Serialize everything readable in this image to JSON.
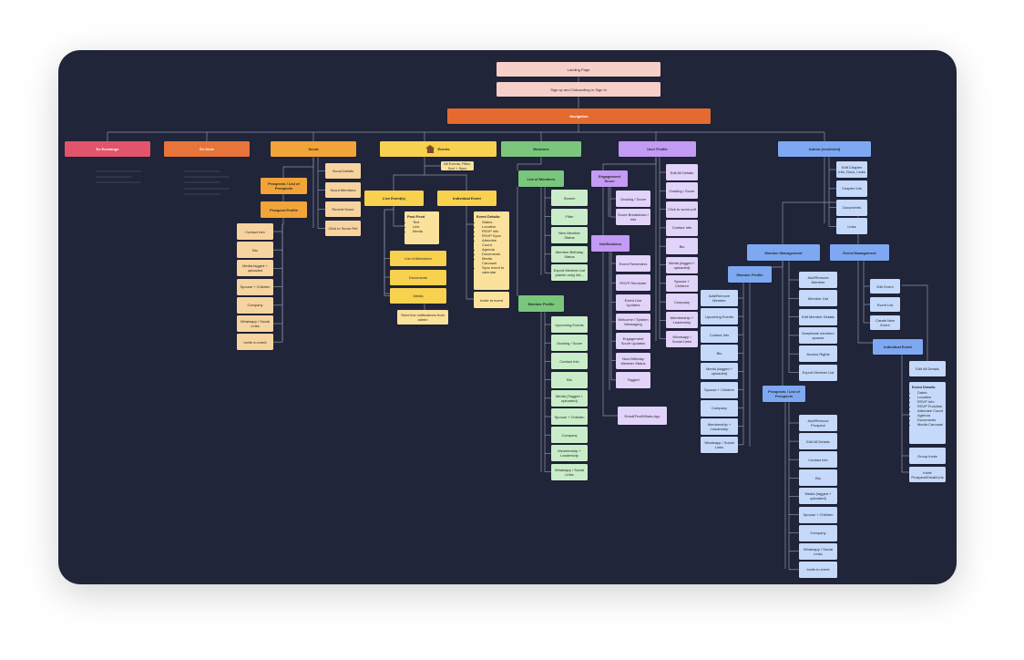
{
  "colors": {
    "background": "#21253a",
    "wire": "#8e93a6",
    "pink": "#f5cfc8",
    "orange": "#e46a2f",
    "red": "#e1546b",
    "orange2": "#e7753b",
    "amber": "#f1a438",
    "yellow": "#f8d14f",
    "light_yellow": "#fbe29c",
    "peach": "#f7d49f",
    "green": "#79c67c",
    "light_green": "#c9edc8",
    "purple": "#c39af4",
    "light_purple": "#e1d3f9",
    "blue": "#7ea8f2",
    "light_blue": "#c5d9fb"
  },
  "icons": {
    "events": "house-icon"
  },
  "top": {
    "landing": "Landing Page",
    "signup": "Sign up and Onboarding or Sign In",
    "navigation": "Navigation"
  },
  "nav": {
    "exchange": "Ex Exchange",
    "deck": "Ex Deck",
    "scout": "Scout",
    "events": "Events",
    "members": "Members",
    "profile": "User Profile",
    "admin": "Admin (restricted)"
  },
  "scout": {
    "prospects": "Prospects / List of Prospects",
    "prospect_profile": "Prospect Profile",
    "items": [
      "Scout Details",
      "Scout Members",
      "Recent Scout",
      "Click to Score Ref"
    ],
    "profile_fields": [
      "Contact Info",
      "Bio",
      "Media tagged + uploaded",
      "Spouse + Children",
      "Company",
      "Whatsapp / Social Links",
      "Invite to event"
    ]
  },
  "events": {
    "all_events": "All Events: Filter, Sort + Sync",
    "live": "Live Event(s)",
    "individual": "Individual Event",
    "post_feed": "Post Feed",
    "post_feed_items": [
      "Text",
      "Link",
      "Media"
    ],
    "live_items": [
      "List of Attendees",
      "Documents",
      "Media"
    ],
    "notifications": "Send live notifications from admin",
    "event_details": "Event Details:",
    "event_details_items": [
      "Status",
      "Location",
      "RSVP info",
      "RSVP Sync",
      "Attendee Count",
      "Agenda",
      "Documents",
      "Media Carousel",
      "Sync event to calendar"
    ],
    "invite": "Invite to event"
  },
  "members": {
    "list": "List of Members",
    "list_items": [
      "Search",
      "Filter",
      "New Member Status",
      "Member Birthday Status",
      "Export Member List (admin only) list..."
    ],
    "profile": "Member Profile",
    "profile_items": [
      "Upcoming Events",
      "Grading / Score",
      "Contact Info",
      "Bio",
      "Media (Tagged + uploaded)",
      "Spouse + Children",
      "Company",
      "Membership + Leadership",
      "Whatsapp / Social Links"
    ]
  },
  "profile": {
    "engagement": "Engagement Score",
    "engagement_items": [
      "Grading / Score",
      "Score Breakdown / info"
    ],
    "notifications": "Notifications",
    "notification_items": [
      "Event Reminders",
      "RSVP Reminder",
      "Event Live Updates",
      "Welcome / System Messaging",
      "Engagement Score Updates",
      "New Birthday Member Status",
      "Tagged"
    ],
    "email": "Email/Text/Whats App",
    "items": [
      "Edit All Details",
      "Grading / Score",
      "Click to score pdf",
      "Contact Info",
      "Bio",
      "Media (tagged + uploaded)",
      "Spouse + Children",
      "Company",
      "Membership + Leadership",
      "Whatsapp / Social Links"
    ]
  },
  "admin": {
    "top_items": [
      "Edit Chapter Info, Docs, Links",
      "Chapter Info",
      "Documents",
      "Links"
    ],
    "member_mgmt": "Member Management",
    "event_mgmt": "Event Management",
    "member_profile": "Member Profile",
    "member_profile_items": [
      "Add/Remove Member",
      "Upcoming Events",
      "Contact Info",
      "Bio",
      "Media (tagged + uploaded)",
      "Spouse + Children",
      "Company",
      "Membership + Leadership",
      "Whatsapp / Social Links"
    ],
    "member_mgmt_items": [
      "Add/Remove Member",
      "Member List",
      "Edit Member Details",
      "Deactivate member/ spouse",
      "Access Rights",
      "Export Member List"
    ],
    "prospects": "Prospects / List of Prospects",
    "prospect_items": [
      "Add/Remove Prospect",
      "Edit All Details",
      "Contact Info",
      "Bio",
      "Media (tagged + uploaded)",
      "Spouse + Children",
      "Company",
      "Whatsapp / Social Links",
      "Invite to event"
    ],
    "event_items": [
      "Edit Event",
      "Event List",
      "Create New Event"
    ],
    "individual": "Individual Event",
    "edit_all": "Edit All Details",
    "event_details": "Event Details:",
    "event_details_items": [
      "Dates",
      "Location",
      "RSVP Info",
      "RSVP Function",
      "Attendee Count",
      "Agenda",
      "Documents",
      "Media Carousel"
    ],
    "group_invite": "Group Invite",
    "invite": "Invite Prospect/Email/Link"
  }
}
